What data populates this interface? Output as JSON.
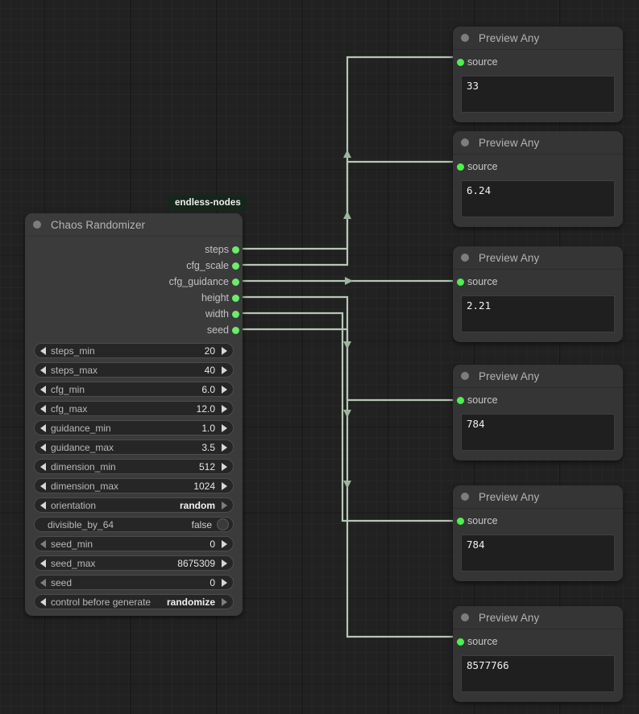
{
  "app": {
    "canvas_name": "node-graph-canvas",
    "background_color": "#212121",
    "accent_green": "#6cec6c",
    "link_color": "#b5c8b5"
  },
  "nodes": {
    "chaos_randomizer": {
      "title": "Chaos Randomizer",
      "badge": "endless-nodes",
      "outputs": [
        {
          "name": "steps"
        },
        {
          "name": "cfg_scale"
        },
        {
          "name": "cfg_guidance"
        },
        {
          "name": "height"
        },
        {
          "name": "width"
        },
        {
          "name": "seed"
        }
      ],
      "widgets": [
        {
          "type": "number",
          "name": "steps_min",
          "value": "20"
        },
        {
          "type": "number",
          "name": "steps_max",
          "value": "40"
        },
        {
          "type": "number",
          "name": "cfg_min",
          "value": "6.0"
        },
        {
          "type": "number",
          "name": "cfg_max",
          "value": "12.0"
        },
        {
          "type": "number",
          "name": "guidance_min",
          "value": "1.0"
        },
        {
          "type": "number",
          "name": "guidance_max",
          "value": "3.5"
        },
        {
          "type": "number",
          "name": "dimension_min",
          "value": "512"
        },
        {
          "type": "number",
          "name": "dimension_max",
          "value": "1024"
        },
        {
          "type": "combo",
          "name": "orientation",
          "value": "random"
        },
        {
          "type": "boolean",
          "name": "divisible_by_64",
          "value": "false"
        },
        {
          "type": "number",
          "name": "seed_min",
          "value": "0"
        },
        {
          "type": "number",
          "name": "seed_max",
          "value": "8675309"
        },
        {
          "type": "number",
          "name": "seed",
          "value": "0"
        },
        {
          "type": "combo",
          "name": "control before generate",
          "value": "randomize"
        }
      ]
    },
    "previews": [
      {
        "title": "Preview Any",
        "input_label": "source",
        "text": "33"
      },
      {
        "title": "Preview Any",
        "input_label": "source",
        "text": "6.24"
      },
      {
        "title": "Preview Any",
        "input_label": "source",
        "text": "2.21"
      },
      {
        "title": "Preview Any",
        "input_label": "source",
        "text": "784"
      },
      {
        "title": "Preview Any",
        "input_label": "source",
        "text": "784"
      },
      {
        "title": "Preview Any",
        "input_label": "source",
        "text": "8577766"
      }
    ]
  }
}
